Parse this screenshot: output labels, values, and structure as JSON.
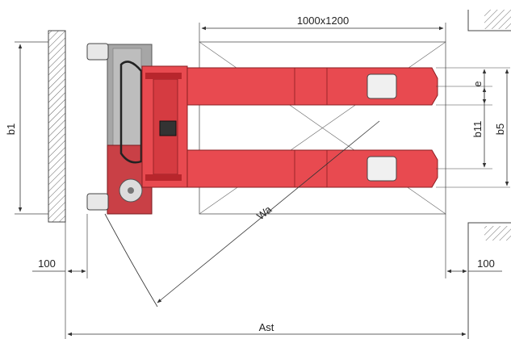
{
  "dimensions": {
    "pallet_size": "1000x1200",
    "b1": "b1",
    "e": "e",
    "b11": "b11",
    "b5": "b5",
    "wa": "Wa",
    "clearance_left": "100",
    "clearance_right": "100",
    "ast": "Ast"
  },
  "colors": {
    "truck_red": "#e84a50",
    "truck_dark_red": "#b8262c",
    "chassis_gray": "#9a9a9a",
    "line": "#333333",
    "wall_hatch": "#666666"
  }
}
